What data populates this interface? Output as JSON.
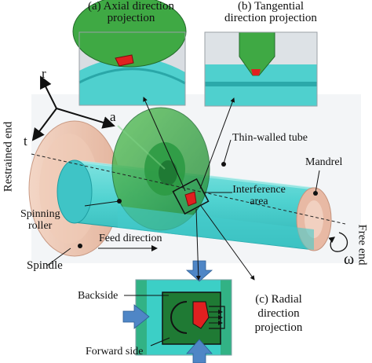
{
  "panels": {
    "axial": {
      "line1": "(a) Axial direction",
      "line2": "projection"
    },
    "tangential": {
      "line1": "(b) Tangential",
      "line2": "direction projection"
    },
    "radial": {
      "line1": "(c) Radial",
      "line2": "direction",
      "line3": "projection"
    }
  },
  "axes": {
    "r": "r",
    "a": "a",
    "t": "t"
  },
  "labels": {
    "restrained_end": "Restrained end",
    "free_end": "Free end",
    "thin_walled_tube": "Thin-walled tube",
    "mandrel": "Mandrel",
    "interference_area_1": "Interference",
    "interference_area_2": "area",
    "spinning_roller_1": "Spinning",
    "spinning_roller_2": "roller",
    "feed_direction": "Feed direction",
    "spindle": "Spindle",
    "backside": "Backside",
    "forward_side": "Forward side",
    "omega": "ω"
  },
  "colors": {
    "tube": "#48d0d0",
    "tube_dark": "#1fa9ad",
    "roller": "#2fa84a",
    "roller_dark": "#1f7a34",
    "spindle": "#efc9b4",
    "mandrel_end": "#e8b9a4",
    "interference": "#e02020",
    "arrow_blue": "#4f86c6"
  }
}
